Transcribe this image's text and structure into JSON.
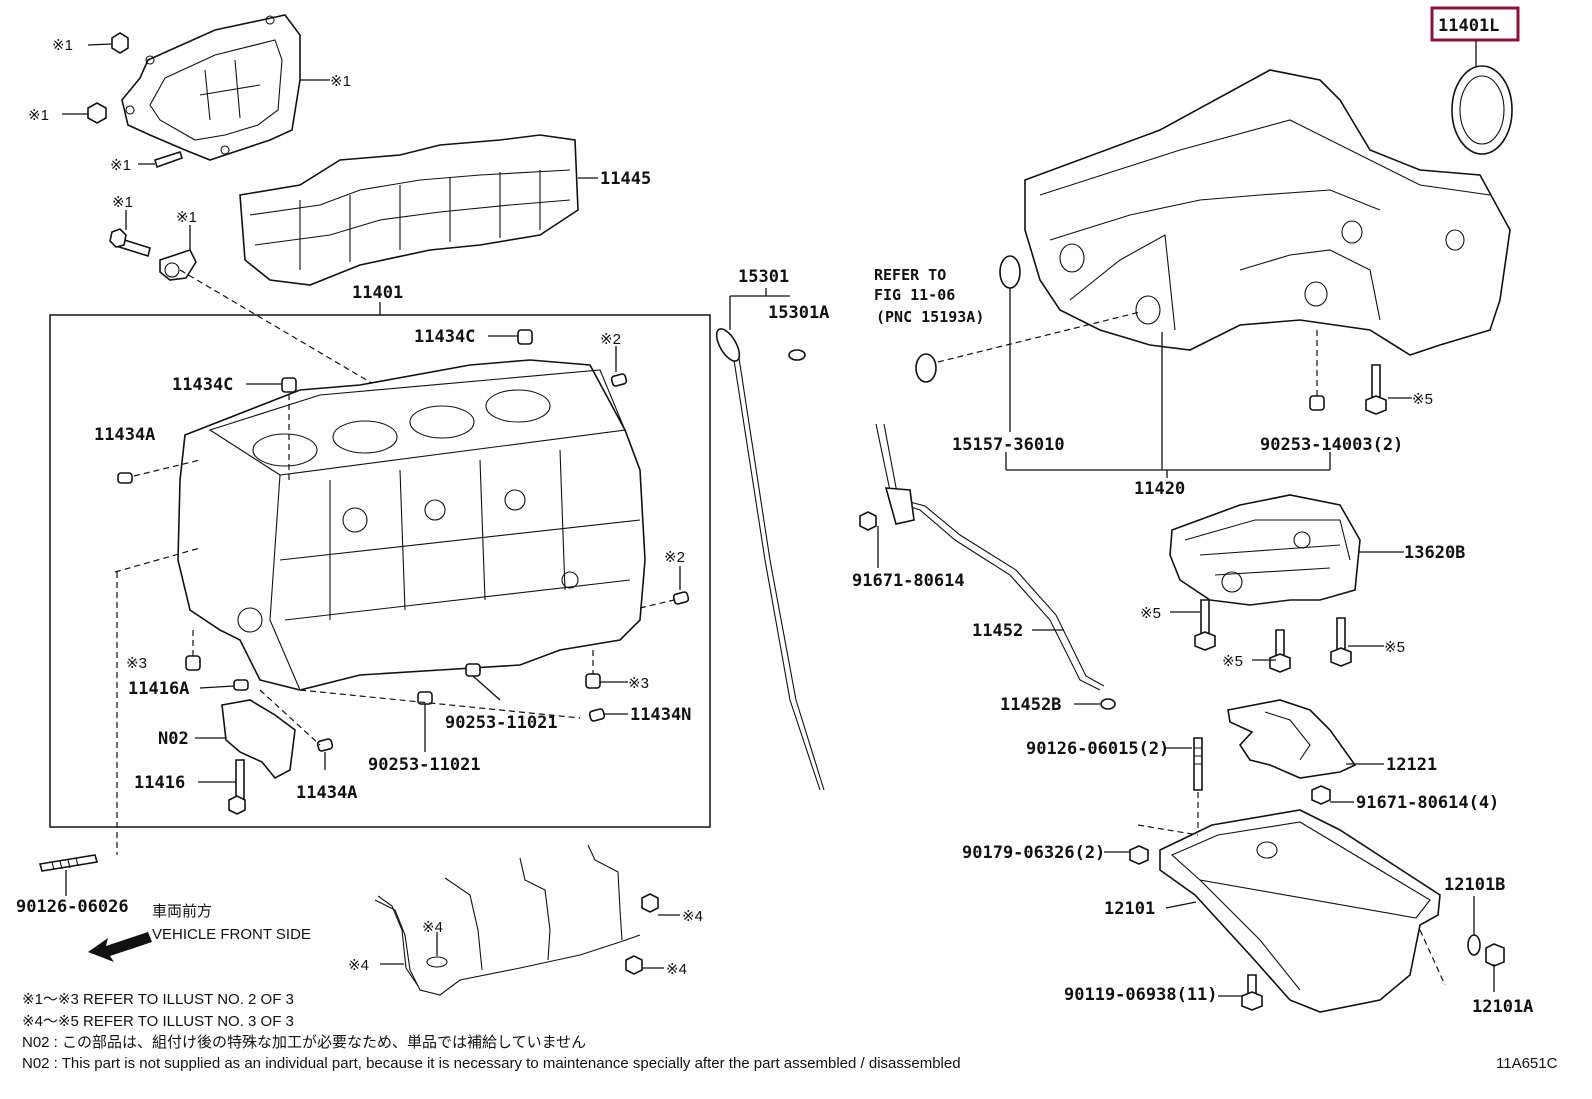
{
  "highlight_label": "11401L",
  "diagram_code": "11A651C",
  "labels": {
    "cover_mark_a": "※1",
    "cover_mark_b": "※1",
    "cover_mark_c": "※1",
    "cover_mark_d": "※1",
    "bolt_mark_e": "※1",
    "bolt_mark_f": "※1",
    "p11445": "11445",
    "p11401": "11401",
    "p11434C_a": "11434C",
    "p11434C_b": "11434C",
    "p11434A_a": "11434A",
    "p11434A_b": "11434A",
    "mark2_a": "※2",
    "mark2_b": "※2",
    "mark3_a": "※3",
    "mark3_b": "※3",
    "p11416A": "11416A",
    "pN02": "N02",
    "p11416": "11416",
    "p90253_11021_a": "90253-11021",
    "p90253_11021_b": "90253-11021",
    "p11434N": "11434N",
    "p90126_06026": "90126-06026",
    "p15301": "15301",
    "p15301A": "15301A",
    "refer_to": "REFER TO",
    "refer_fig": "FIG 11-06",
    "refer_pnc": "(PNC 15193A)",
    "p15157_36010": "15157-36010",
    "p11420": "11420",
    "p90253_14003": "90253-14003(2)",
    "mark5_a": "※5",
    "p91671_80614": "91671-80614",
    "p11452": "11452",
    "p11452B": "11452B",
    "p13620B": "13620B",
    "mark5_b": "※5",
    "mark5_c": "※5",
    "mark5_d": "※5",
    "p90126_06015": "90126-06015(2)",
    "p12121": "12121",
    "p91671_80614_4": "91671-80614(4)",
    "p90179_06326": "90179-06326(2)",
    "p12101": "12101",
    "p12101B": "12101B",
    "p12101A": "12101A",
    "p90119_06938": "90119-06938(11)",
    "mark4_a": "※4",
    "mark4_b": "※4",
    "mark4_c": "※4",
    "mark4_d": "※4"
  },
  "front_side": {
    "jp": "車両前方",
    "en": "VEHICLE FRONT SIDE"
  },
  "notes": [
    "※1〜※3  REFER TO ILLUST NO. 2 OF 3",
    "※4〜※5  REFER TO ILLUST NO. 3 OF 3",
    "N02 : この部品は、組付け後の特殊な加工が必要なため、単品では補給していません",
    "N02 : This part is not supplied as an individual part, because it is necessary to maintenance specially after the part assembled / disassembled"
  ]
}
